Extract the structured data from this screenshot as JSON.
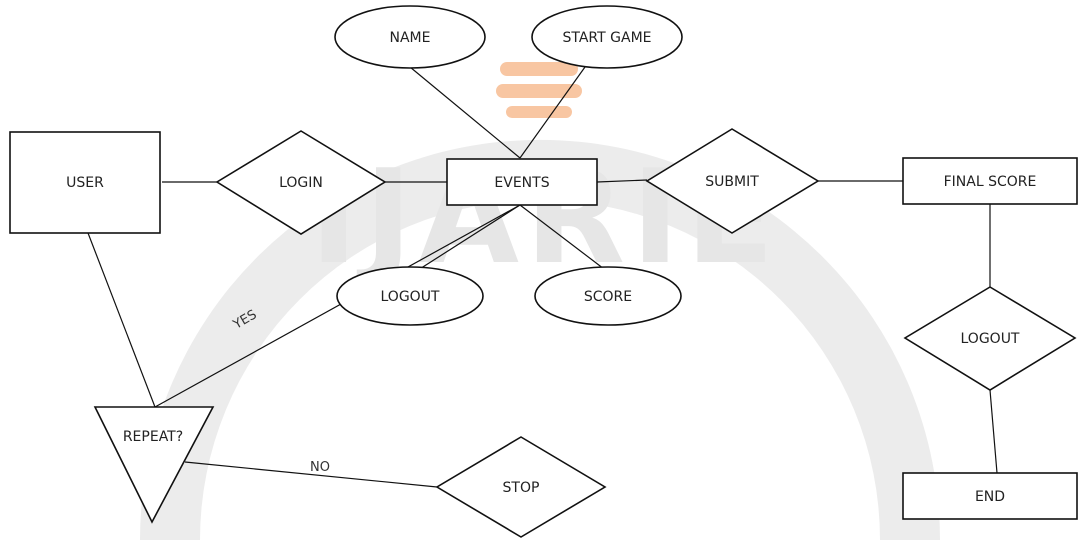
{
  "diagram": {
    "nodes": {
      "user": "USER",
      "login": "LOGIN",
      "events": "EVENTS",
      "name": "NAME",
      "start_game": "START GAME",
      "logout_attr": "LOGOUT",
      "score": "SCORE",
      "submit": "SUBMIT",
      "final_score": "FINAL SCORE",
      "logout_decision": "LOGOUT",
      "end": "END",
      "repeat": "REPEAT?",
      "stop": "STOP"
    },
    "edge_labels": {
      "yes": "YES",
      "no": "NO"
    }
  },
  "watermark": {
    "text": "IJARIE"
  },
  "colors": {
    "watermark_gray": "#e3e3e3",
    "watermark_orange": "#f6c19a",
    "stroke": "#111111"
  }
}
